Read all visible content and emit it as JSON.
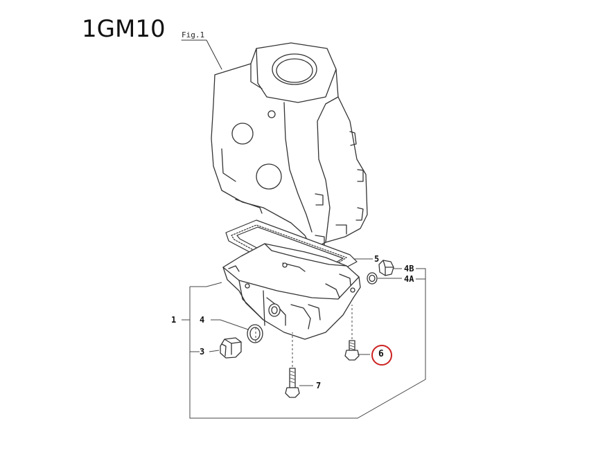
{
  "header": {
    "model": "1GM10",
    "figure": "Fig.1"
  },
  "callouts": {
    "p1": "1",
    "p3": "3",
    "p4": "4",
    "p4a": "4A",
    "p4b": "4B",
    "p5": "5",
    "p6": "6",
    "p7": "7"
  },
  "colors": {
    "line": "#333333",
    "highlight": "#cc2222"
  }
}
